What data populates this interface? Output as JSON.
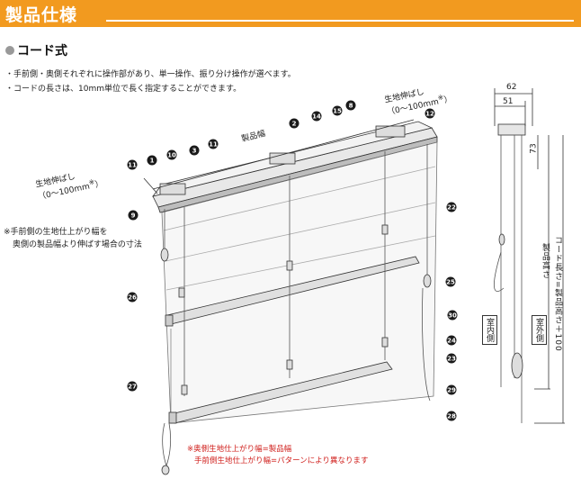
{
  "header": {
    "title": "製品仕様"
  },
  "section": {
    "title": "コード式"
  },
  "bullets": [
    "・手前側・奥側それぞれに操作部があり、単一操作、振り分け操作が選べます。",
    "・コードの長さは、10mm単位で長く指定することができます。"
  ],
  "labels": {
    "width": "製品幅",
    "stretch_left_1": "生地伸ばし",
    "stretch_left_2": "（0～100mm",
    "stretch_left_sup": "※",
    "stretch_left_3": "）",
    "stretch_right_1": "生地伸ばし",
    "stretch_right_2": "（0～100mm",
    "stretch_right_sup": "※",
    "stretch_right_3": "）",
    "side_note_1": "※手前側の生地仕上がり幅を",
    "side_note_2": "奥側の製品幅より伸ばす場合の寸法",
    "dim_62": "62",
    "dim_51": "51",
    "dim_73": "73",
    "height": "製品高さ",
    "cord_length": "コード長さ=製品高さ＋100",
    "indoor": "室内側",
    "outdoor": "室外側"
  },
  "footnotes": [
    "※奥側生地仕上がり幅=製品幅",
    "手前側生地仕上がり幅=パターンにより異なります"
  ],
  "callouts": [
    "1",
    "2",
    "3",
    "8",
    "9",
    "10",
    "11",
    "12",
    "14",
    "15",
    "22",
    "23",
    "24",
    "25",
    "26",
    "27",
    "28",
    "29",
    "30"
  ],
  "colors": {
    "header": "#f29a1f",
    "callout": "#1a1a1a",
    "footnote": "#d0201d"
  }
}
